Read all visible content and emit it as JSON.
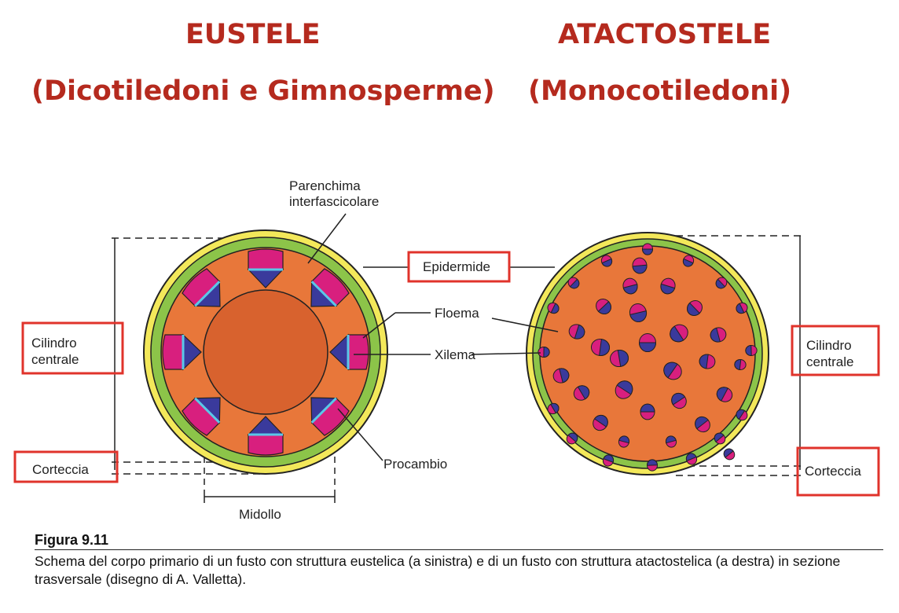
{
  "headings": {
    "left_title": "EUSTELE",
    "left_subtitle": "(Dicotiledoni e Gimnosperme)",
    "right_title": "ATACTOSTELE",
    "right_subtitle": "(Monocotiledoni)"
  },
  "labels": {
    "parenchima_line1": "Parenchima",
    "parenchima_line2": "interfascicolare",
    "epidermide": "Epidermide",
    "floema": "Floema",
    "xilema": "Xilema",
    "procambio": "Procambio",
    "midollo": "Midollo",
    "cilindro_left_line1": "Cilindro",
    "cilindro_left_line2": "centrale",
    "cilindro_right_line1": "Cilindro",
    "cilindro_right_line2": "centrale",
    "corteccia_left": "Corteccia",
    "corteccia_right": "Corteccia"
  },
  "caption": {
    "title": "Figura 9.11",
    "text": "Schema del corpo primario di un fusto con struttura eustelica (a sinistra) e di un fusto con struttura atactostelica (a destra) in sezione trasversale (disegno di A. Valletta)."
  },
  "colors": {
    "heading": "#b52a1e",
    "highlight_box": "#e0332b",
    "epidermis": "#f3e85a",
    "cortex": "#8cc449",
    "stele": "#e8773a",
    "pith": "#d8622e",
    "phloem": "#d81f7e",
    "xylem": "#3a3a9c",
    "cambium": "#5ac8e8"
  }
}
